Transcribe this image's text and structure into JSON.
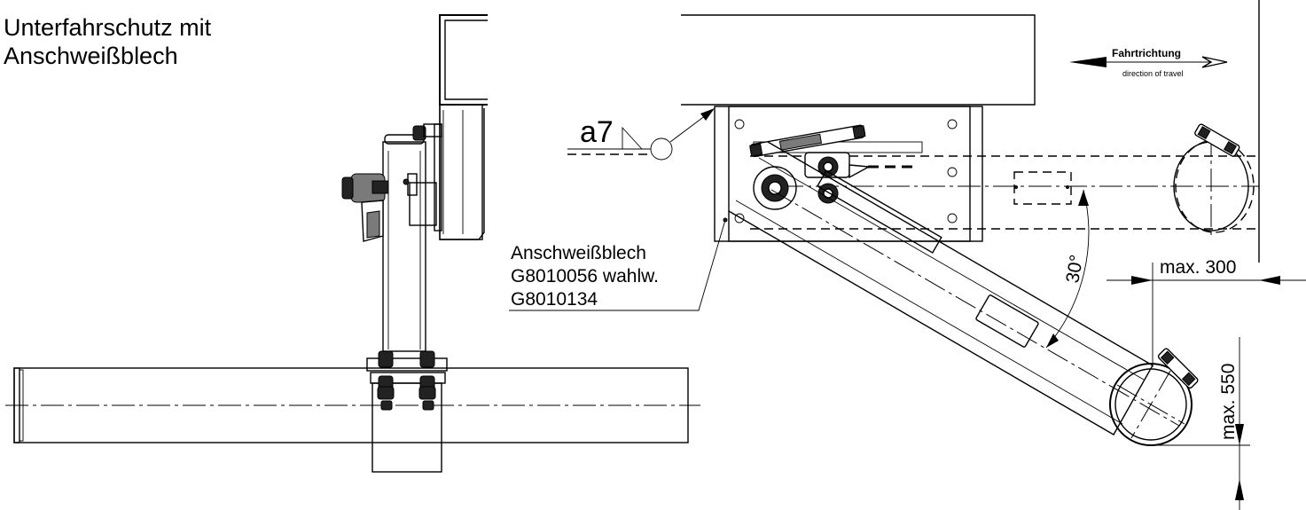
{
  "title": {
    "line1": "Unterfahrschutz mit",
    "line2": "Anschweißblech"
  },
  "weld": {
    "symbol": "a7"
  },
  "callout": {
    "line1": "Anschweißblech",
    "line2": "G8010056 wahlw.",
    "line3": "G8010134"
  },
  "travel": {
    "label_de": "Fahrtrichtung",
    "label_en": "direction of travel"
  },
  "dimensions": {
    "angle": "30°",
    "max_horizontal": "max. 300",
    "max_vertical": "max. 550"
  }
}
